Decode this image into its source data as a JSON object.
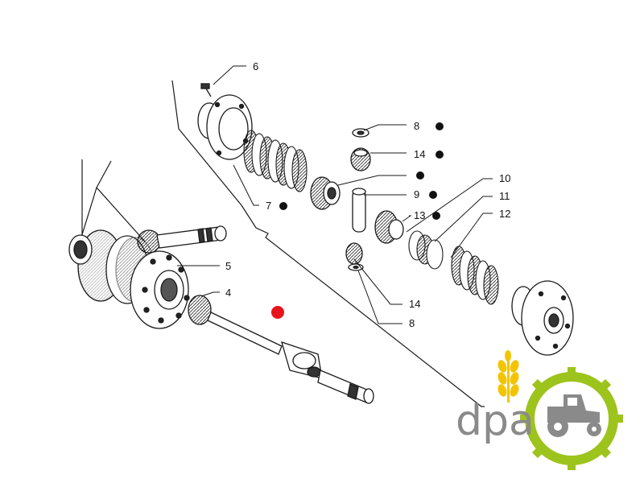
{
  "diagram": {
    "callouts": [
      {
        "id": "c6",
        "text": "6",
        "bullet": false
      },
      {
        "id": "c8a",
        "text": "8",
        "bullet": true
      },
      {
        "id": "c14a",
        "text": "14",
        "bullet": true
      },
      {
        "id": "c9b",
        "text": "",
        "bullet": true
      },
      {
        "id": "c9",
        "text": "9",
        "bullet": true
      },
      {
        "id": "c7",
        "text": "7",
        "bullet": true
      },
      {
        "id": "c10",
        "text": "10",
        "bullet": false
      },
      {
        "id": "c11",
        "text": "11",
        "bullet": false
      },
      {
        "id": "c13",
        "text": "13",
        "bullet": true
      },
      {
        "id": "c12",
        "text": "12",
        "bullet": false
      },
      {
        "id": "c5",
        "text": "5",
        "bullet": false
      },
      {
        "id": "c4",
        "text": "4",
        "bullet": false
      },
      {
        "id": "c14b",
        "text": "14",
        "bullet": false
      },
      {
        "id": "c8b",
        "text": "8",
        "bullet": false
      }
    ],
    "highlight_marker_color": "#e8141b",
    "line_color": "#1a1a1a"
  },
  "logo": {
    "text": "dpa",
    "primary_color": "#8a8a8a",
    "accent_color": "#9dc31d",
    "wheat_color": "#f2c500",
    "icon": "tractor-gear-icon"
  }
}
